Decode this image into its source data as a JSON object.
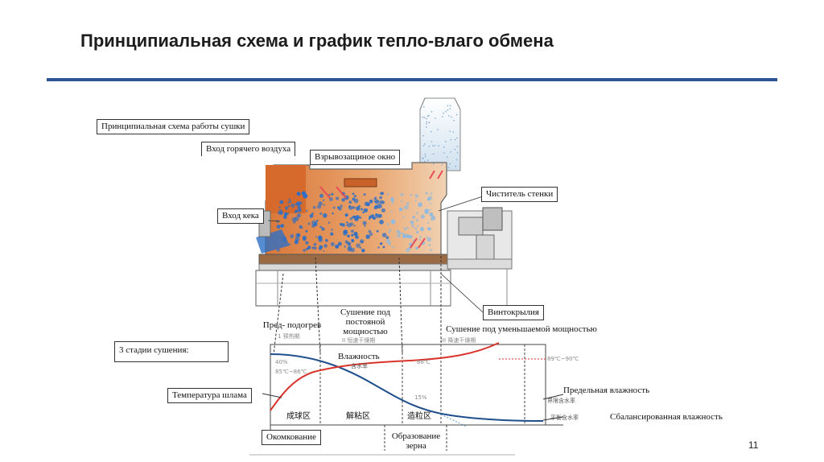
{
  "slide": {
    "title": "Принципиальная схема и график тепло-влаго обмена",
    "page_number": "11"
  },
  "labels": {
    "scheme_title": "Принципиальная схема работы сушки",
    "hot_air_inlet": "Вход горячего воздуха",
    "explosion_window": "Взрывозащиное окно",
    "wall_cleaner": "Чиститель стенки",
    "cake_inlet": "Вход кека",
    "screw_blades": "Винтокрылия",
    "stages": "3 стадии сушения:",
    "sludge_temp": "Температура шлама"
  },
  "stages": {
    "preheat": "Пред- подогрев",
    "constant_power": "Сушение под постояной мощностью",
    "decreasing_power": "Сушение под уменьшаемой мощностью",
    "preheat_cn": "1 预热期",
    "constant_cn": "II 恒速干燥期",
    "decreasing_cn": "III 降速干燥期"
  },
  "chart": {
    "humidity": "Влажность",
    "humidity_cn": "含水率",
    "critical_humidity": "Предельная влажность",
    "critical_humidity_cn": "界限含水率",
    "balanced_humidity": "Сбалансированная влажность",
    "balanced_humidity_cn": "平衡含水率",
    "val_40": "40%",
    "val_15": "15%",
    "temp_85_86": "85℃~86℃",
    "temp_88": "88℃",
    "temp_89_90": "89℃~90℃",
    "zone1_cn": "成球区",
    "zone2_cn": "解粘区",
    "zone3_cn": "造粒区",
    "pelletizing": "Окомкование",
    "grain_formation": "Образование зерна"
  },
  "colors": {
    "accent_rule": "#2f5596",
    "humidity_curve": "#1f4e8c",
    "temperature_curve": "#d9342b",
    "machine_orange": "#d9773a",
    "particles": "#2e6fc6"
  }
}
